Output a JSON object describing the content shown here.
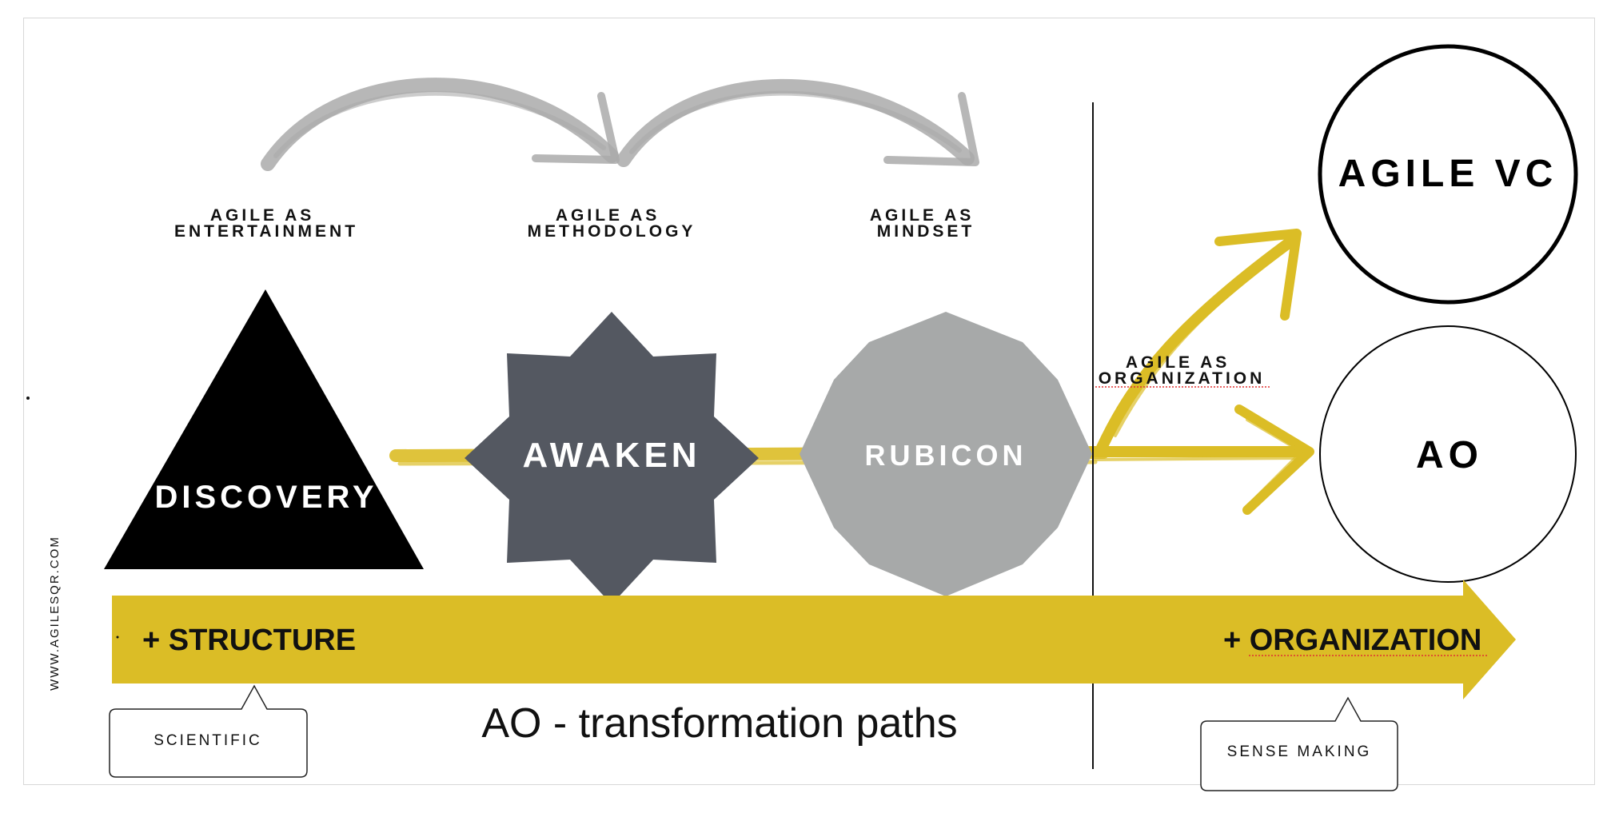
{
  "stages": {
    "entertainment": [
      "AGILE AS",
      "ENTERTAINMENT"
    ],
    "methodology": [
      "AGILE AS",
      "METHODOLOGY"
    ],
    "mindset": [
      "AGILE AS",
      "MINDSET"
    ],
    "organization": [
      "AGILE AS",
      "ORGANIZATION"
    ]
  },
  "shapes": {
    "discovery": "DISCOVERY",
    "awaken": "AWAKEN",
    "rubicon": "RUBICON"
  },
  "outcomes": {
    "agile_vc": "AGILE VC",
    "ao": "AO"
  },
  "band": {
    "left": "+ STRUCTURE",
    "right": "+ ORGANIZATION"
  },
  "bubbles": {
    "scientific": "SCIENTIFIC",
    "sense_making": "SENSE MAKING"
  },
  "caption": "AO - transformation paths",
  "website": "WWW.AGILESQR.COM",
  "colors": {
    "gold": "#dbbd26",
    "dark_gray": "#545861",
    "light_gray": "#a7a9a9",
    "brush_gray": "#aaaaaa",
    "black": "#000000"
  }
}
